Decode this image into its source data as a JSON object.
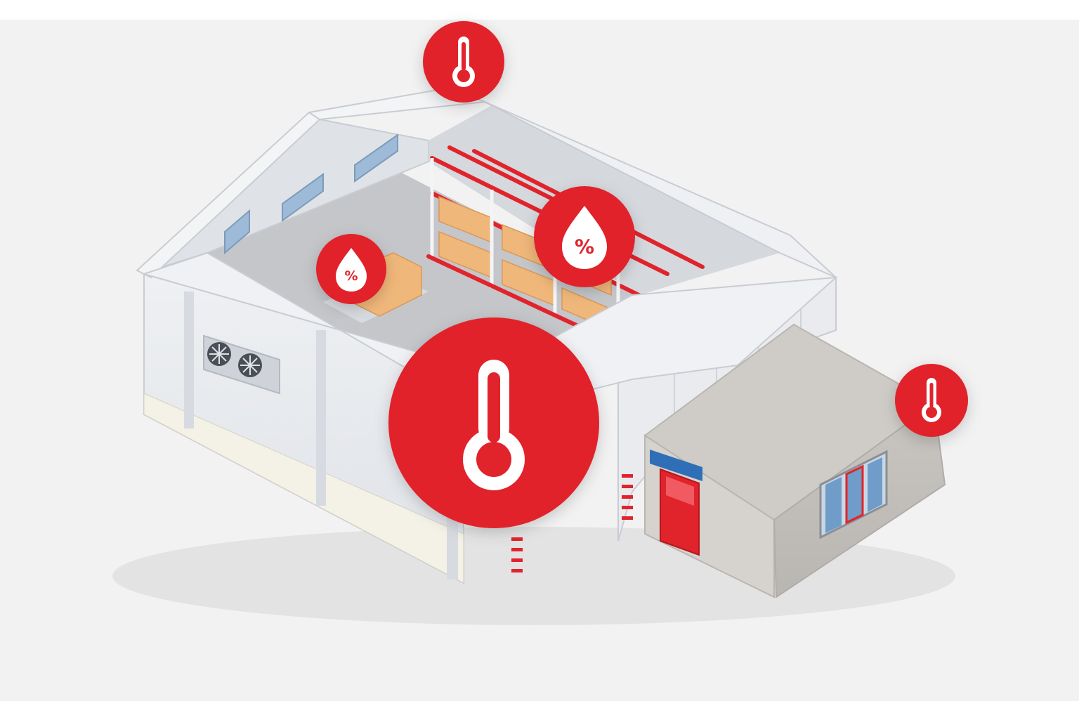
{
  "illustration": {
    "subject": "cold-storage-warehouse",
    "colors": {
      "accent": "#e1232b",
      "background": "#f2f2f2",
      "wall": "#e6e8ec",
      "floor": "#c4c6ca",
      "annex": "#c8c5c0",
      "awning": "#2f6fb7",
      "window": "#7ba4c7"
    },
    "sensors": [
      {
        "kind": "temperature",
        "icon": "thermometer-icon",
        "size": "medium"
      },
      {
        "kind": "humidity",
        "icon": "water-drop-icon",
        "symbol": "%",
        "size": "medium"
      },
      {
        "kind": "humidity",
        "icon": "water-drop-icon",
        "symbol": "%",
        "size": "small"
      },
      {
        "kind": "temperature",
        "icon": "thermometer-icon",
        "size": "large"
      },
      {
        "kind": "temperature",
        "icon": "thermometer-icon",
        "size": "small"
      }
    ]
  }
}
